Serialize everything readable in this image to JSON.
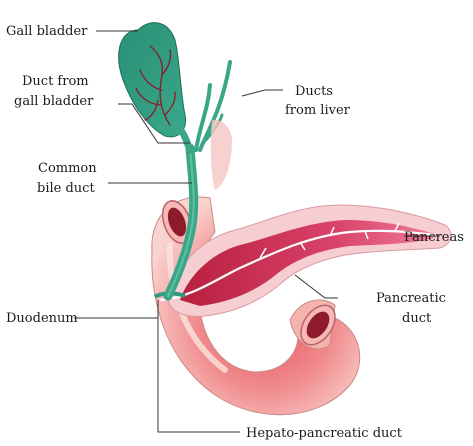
{
  "labels": {
    "gall_bladder": "Gall bladder",
    "duct_from_gall_bladder_line1": "Duct from",
    "duct_from_gall_bladder_line2": "gall bladder",
    "ducts_from_liver_line1": "Ducts",
    "ducts_from_liver_line2": "from liver",
    "common_bile_duct_line1": "Common",
    "common_bile_duct_line2": "bile duct",
    "pancreas": "Pancreas",
    "pancreatic_duct_line1": "Pancreatic",
    "pancreatic_duct_line2": "duct",
    "duodenum": "Duodenum",
    "hepato_pancreatic_duct": "Hepato-pancreatic duct"
  },
  "colors": {
    "gall_bladder": "#2f9a7e",
    "bile_duct": "#3aa688",
    "duodenum_outer": "#f7c2bd",
    "duodenum_inner": "#e0535f",
    "pancreas_outer": "#f6cdd0",
    "pancreas_inner": "#c22e52",
    "vessels": "#8b1a2a",
    "leader_lines": "#333333"
  }
}
